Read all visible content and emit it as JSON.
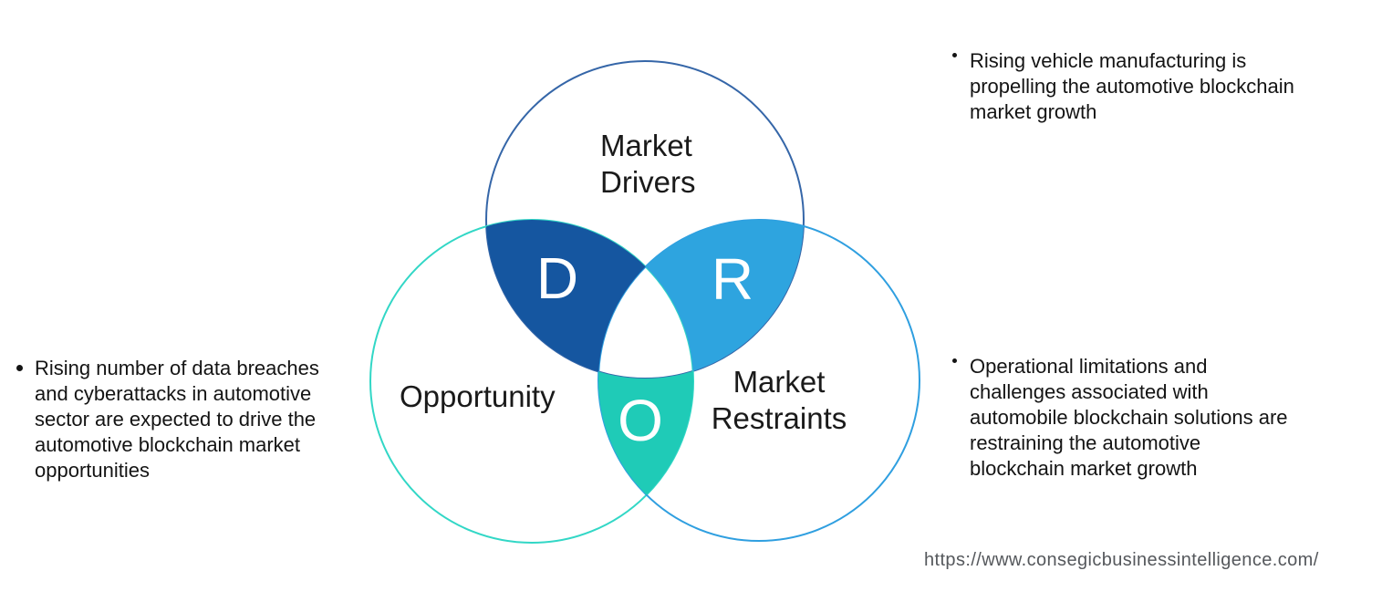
{
  "page": {
    "background_color": "#ffffff",
    "source_url": "https://www.consegicbusinessintelligence.com/"
  },
  "venn": {
    "circles": {
      "drivers": {
        "label_line1": "Market",
        "label_line2": "Drivers",
        "stroke_color": "#3566A8"
      },
      "opportunity": {
        "label": "Opportunity",
        "stroke_color": "#32D7C6"
      },
      "restraints": {
        "label_line1": "Market",
        "label_line2": "Restraints",
        "stroke_color": "#2F9FE0"
      }
    },
    "overlaps": {
      "drivers_opportunity": {
        "letter": "D",
        "fill_color": "#1556A0",
        "text_color": "#FFFFFF"
      },
      "drivers_restraints": {
        "letter": "R",
        "fill_color": "#2EA4DF",
        "text_color": "#FFFFFF"
      },
      "opportunity_restraints": {
        "letter": "O",
        "fill_color": "#1FCBB7",
        "text_color": "#FFFFFF"
      }
    }
  },
  "annotations": {
    "driver_note": {
      "lines": [
        "Rising vehicle manufacturing is",
        "propelling the automotive blockchain",
        "market growth"
      ]
    },
    "opportunity_note": {
      "lines": [
        "Rising number of data breaches",
        "and cyberattacks in automotive",
        "sector are expected to drive the",
        "automotive blockchain market",
        "opportunities"
      ]
    },
    "restraint_note": {
      "lines": [
        "Operational limitations and",
        "challenges associated with",
        "automobile blockchain solutions are",
        "restraining the automotive",
        "blockchain market growth"
      ]
    }
  }
}
